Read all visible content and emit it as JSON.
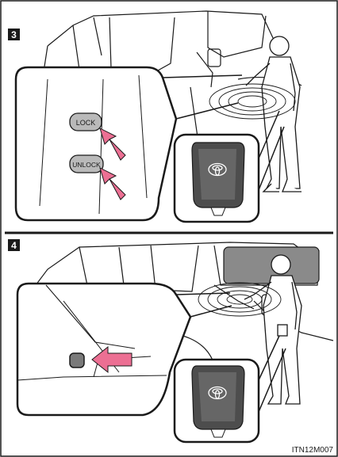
{
  "panels": [
    {
      "step": "3",
      "buttons": [
        "LOCK",
        "UNLOCK"
      ]
    },
    {
      "step": "4"
    }
  ],
  "figure_code": "ITN12M007",
  "colors": {
    "accent_arrow": "#ec6f93",
    "line": "#1a1a1a",
    "badge": "#1a1a1a"
  },
  "icons": [
    "arrow-icon",
    "toyota-logo-icon",
    "smart-key-icon"
  ]
}
